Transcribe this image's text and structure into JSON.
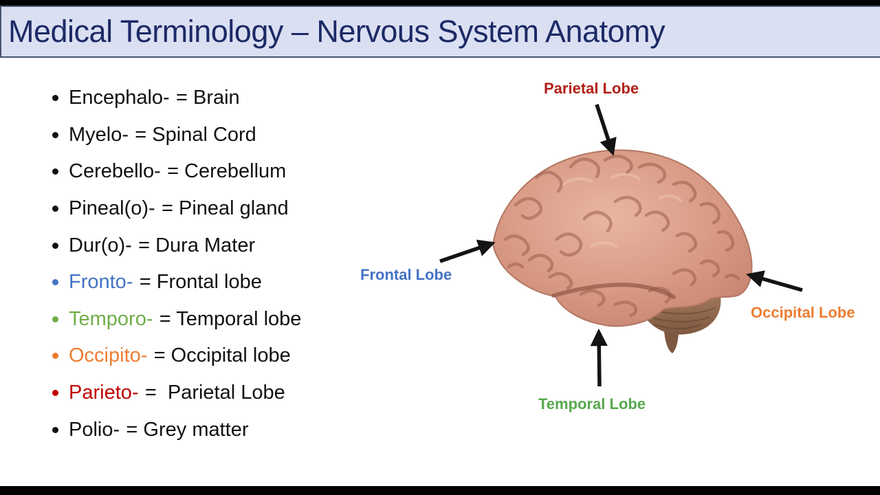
{
  "frame": {
    "letterbox_color": "#000000"
  },
  "header": {
    "title": "Medical Terminology – Nervous System Anatomy",
    "text_color": "#1c2a66",
    "bg_color": "#dadff2"
  },
  "terms": [
    {
      "prefix": "Encephalo-",
      "rest": "= Brain",
      "color": "#111111"
    },
    {
      "prefix": "Myelo-",
      "rest": "= Spinal Cord",
      "color": "#111111"
    },
    {
      "prefix": "Cerebello-",
      "rest": "= Cerebellum",
      "color": "#111111"
    },
    {
      "prefix": "Pineal(o)-",
      "rest": "= Pineal gland",
      "color": "#111111"
    },
    {
      "prefix": "Dur(o)-",
      "rest": "= Dura Mater",
      "color": "#111111"
    },
    {
      "prefix": "Fronto-",
      "rest": "= Frontal lobe",
      "color": "#4472c4"
    },
    {
      "prefix": "Temporo-",
      "rest": "= Temporal lobe",
      "color": "#70ad47"
    },
    {
      "prefix": "Occipito-",
      "rest": "= Occipital lobe",
      "color": "#ed7d31"
    },
    {
      "prefix": "Parieto-",
      "rest": "=  Parietal Lobe",
      "color": "#c00000"
    },
    {
      "prefix": "Polio-",
      "rest": "= Grey matter",
      "color": "#111111"
    }
  ],
  "diagram": {
    "image_subject": "human brain, lateral view",
    "labels": [
      {
        "id": "parietal",
        "text": "Parietal Lobe",
        "color": "#b21f17"
      },
      {
        "id": "frontal",
        "text": "Frontal Lobe",
        "color": "#4472c4"
      },
      {
        "id": "occipital",
        "text": "Occipital Lobe",
        "color": "#ed7d31"
      },
      {
        "id": "temporal",
        "text": "Temporal Lobe",
        "color": "#57a84e"
      }
    ],
    "arrow_color": "#141414"
  }
}
